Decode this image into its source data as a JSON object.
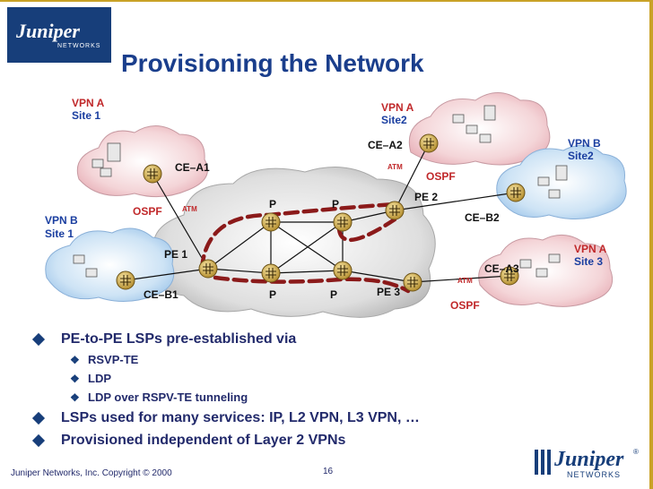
{
  "logo": {
    "brand": "Juniper",
    "sub": "NETWORKS"
  },
  "title": "Provisioning the Network",
  "diagram": {
    "site_labels": [
      {
        "vpn": "VPN A",
        "site": "Site 1"
      },
      {
        "vpn": "VPN A",
        "site": "Site2"
      },
      {
        "vpn": "VPN B",
        "site": "Site2"
      },
      {
        "vpn": "VPN B",
        "site": "Site 1"
      },
      {
        "vpn": "VPN A",
        "site": "Site 3"
      }
    ],
    "router_labels": {
      "ce_a1": "CE–A1",
      "ce_a2": "CE–A2",
      "ce_a3": "CE–A3",
      "ce_b1": "CE–B1",
      "ce_b2": "CE–B2",
      "pe1": "PE 1",
      "pe2": "PE 2",
      "pe3": "PE 3",
      "p": "P"
    },
    "protocol_labels": {
      "ospf": "OSPF",
      "atm": "ATM"
    }
  },
  "bullets": [
    {
      "text": "PE-to-PE LSPs pre-established via",
      "level": 1
    },
    {
      "text": "RSVP-TE",
      "level": 2
    },
    {
      "text": "LDP",
      "level": 2
    },
    {
      "text": "LDP over RSPV-TE tunneling",
      "level": 2
    },
    {
      "text": "LSPs used for many services: IP, L2 VPN, L3 VPN, …",
      "level": 1
    },
    {
      "text": "Provisioned independent of Layer 2 VPNs",
      "level": 1
    }
  ],
  "footer": {
    "copyright": "Juniper Networks, Inc. Copyright © 2000",
    "page_number": "16"
  },
  "bottom_logo": {
    "brand": "Juniper",
    "sub": "NETWORKS",
    "reg": "®"
  },
  "colors": {
    "title": "#1a3e8c",
    "label_red": "#c0282a",
    "label_blue": "#1a3ea0",
    "bar_gold": "#c9a227",
    "lsp": "#8b1a1a"
  }
}
